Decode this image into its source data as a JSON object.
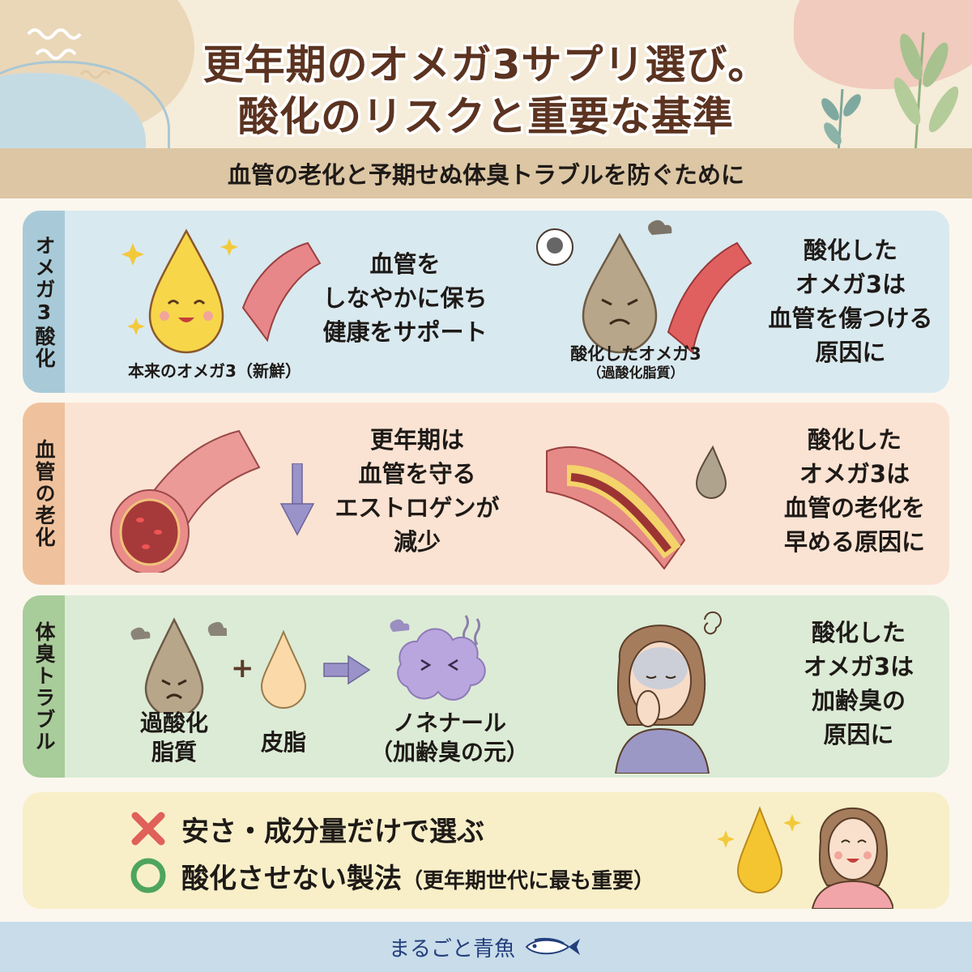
{
  "header": {
    "title_line1": "更年期のオメガ3サプリ選び。",
    "title_line2": "酸化のリスクと重要な基準",
    "subtitle": "血管の老化と予期せぬ体臭トラブルを防ぐために"
  },
  "sections": [
    {
      "label": "オメガ3酸化",
      "left_caption": "本来のオメガ3（新鮮）",
      "left_message": [
        "血管を",
        "しなやかに保ち",
        "健康をサポート"
      ],
      "right_caption_line1": "酸化したオメガ3",
      "right_caption_line2": "（過酸化脂質）",
      "right_message": [
        "酸化した",
        "オメガ3は",
        "血管を傷つける",
        "原因に"
      ]
    },
    {
      "label": "血管の老化",
      "left_message": [
        "更年期は",
        "血管を守る",
        "エストロゲンが",
        "減少"
      ],
      "right_message": [
        "酸化した",
        "オメガ3は",
        "血管の老化を",
        "早める原因に"
      ]
    },
    {
      "label": "体臭トラブル",
      "item1_caption": [
        "過酸化",
        "脂質"
      ],
      "item2_caption": "皮脂",
      "item3_caption": [
        "ノネナール",
        "（加齢臭の元）"
      ],
      "right_message": [
        "酸化した",
        "オメガ3は",
        "加齢臭の",
        "原因に"
      ]
    }
  ],
  "summary": {
    "bad_rule": "安さ・成分量だけで選ぶ",
    "good_rule": "酸化させない製法",
    "good_rule_note": "（更年期世代に最も重要）"
  },
  "footer": {
    "brand": "まるごと青魚"
  },
  "icons": {
    "bad": "cross-mark",
    "good": "circle-mark",
    "arrow_down": "down-arrow",
    "arrow_right": "right-arrow",
    "plus": "plus-sign"
  },
  "colors": {
    "title": "#5b3320",
    "cross": "#e0605a",
    "circle": "#4ea55c",
    "arrow": "#9a93c9",
    "footer_text": "#233f7c"
  }
}
